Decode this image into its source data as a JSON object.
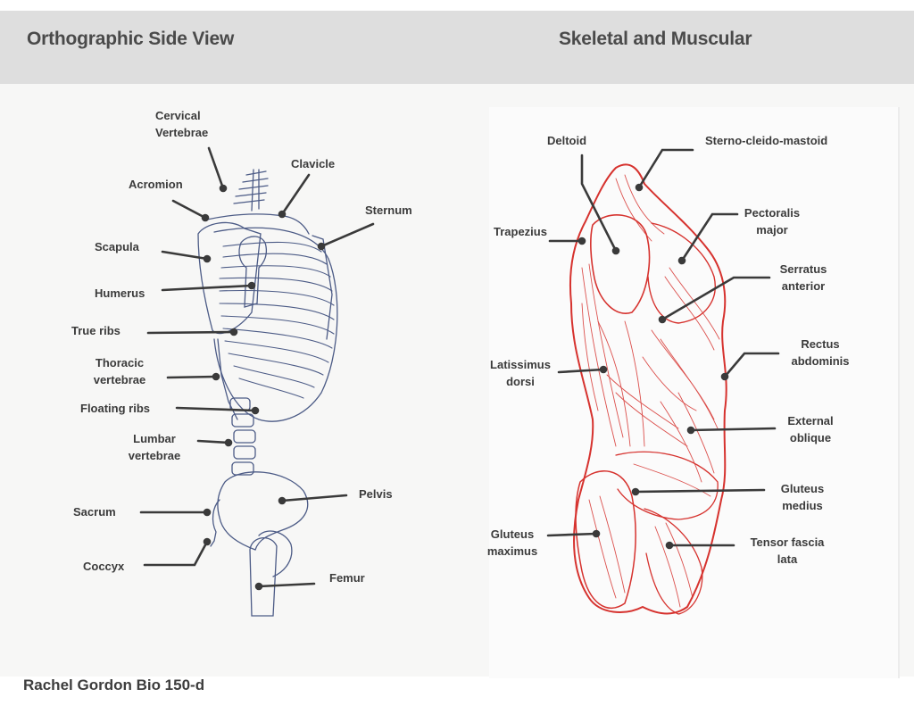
{
  "header": {
    "title_left": "Orthographic Side View",
    "title_right": "Skeletal and Muscular"
  },
  "skeleton_labels": {
    "cervical_vertebrae": "Cervical\nVertebrae",
    "acromion": "Acromion",
    "clavicle": "Clavicle",
    "sternum": "Sternum",
    "scapula": "Scapula",
    "humerus": "Humerus",
    "true_ribs": "True ribs",
    "thoracic_vertebrae": "Thoracic\nvertebrae",
    "floating_ribs": "Floating ribs",
    "lumbar_vertebrae": "Lumbar\nvertebrae",
    "sacrum": "Sacrum",
    "pelvis": "Pelvis",
    "coccyx": "Coccyx",
    "femur": "Femur"
  },
  "muscle_labels": {
    "deltoid": "Deltoid",
    "sterno_cleido_mastoid": "Sterno-cleido-mastoid",
    "trapezius": "Trapezius",
    "pectoralis_major": "Pectoralis\nmajor",
    "serratus_anterior": "Serratus\nanterior",
    "latissimus_dorsi": "Latissimus\ndorsi",
    "rectus_abdominis": "Rectus\nabdominis",
    "external_oblique": "External\noblique",
    "gluteus_medius": "Gluteus\nmedius",
    "gluteus_maximus": "Gluteus\nmaximus",
    "tensor_fascia_lata": "Tensor fascia\nlata"
  },
  "footer": {
    "credit": "Rachel Gordon Bio 150-d"
  },
  "colors": {
    "header_bg": "#dedede",
    "title_text": "#4a4a4a",
    "leader_line": "#3a3a3a",
    "skeleton_ink": "#4c5b86",
    "muscle_ink": "#d6322e"
  }
}
